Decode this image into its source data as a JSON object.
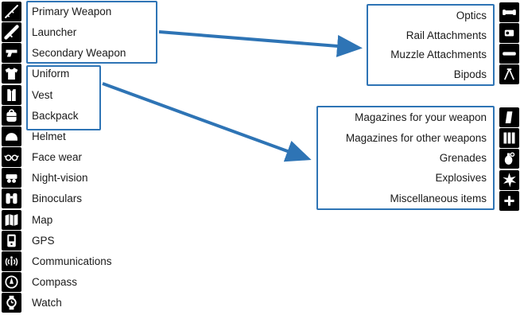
{
  "palette": {
    "accent_blue": "#2e74b5",
    "icon_background": "#000000",
    "icon_foreground": "#ffffff",
    "text": "#1a1a1a",
    "background": "#ffffff"
  },
  "left_menu": {
    "items": [
      {
        "label": "Primary Weapon",
        "icon": "rifle-icon"
      },
      {
        "label": "Launcher",
        "icon": "launcher-icon"
      },
      {
        "label": "Secondary Weapon",
        "icon": "pistol-icon"
      },
      {
        "label": "Uniform",
        "icon": "uniform-icon"
      },
      {
        "label": "Vest",
        "icon": "vest-icon"
      },
      {
        "label": "Backpack",
        "icon": "backpack-icon"
      },
      {
        "label": "Helmet",
        "icon": "helmet-icon"
      },
      {
        "label": "Face wear",
        "icon": "facewear-icon"
      },
      {
        "label": "Night-vision",
        "icon": "nightvision-icon"
      },
      {
        "label": "Binoculars",
        "icon": "binoculars-icon"
      },
      {
        "label": "Map",
        "icon": "map-icon"
      },
      {
        "label": "GPS",
        "icon": "gps-icon"
      },
      {
        "label": "Communications",
        "icon": "radio-icon"
      },
      {
        "label": "Compass",
        "icon": "compass-icon"
      },
      {
        "label": "Watch",
        "icon": "watch-icon"
      }
    ]
  },
  "weapon_attachments_group": {
    "items": [
      {
        "label": "Optics",
        "icon": "scope-icon"
      },
      {
        "label": "Rail Attachments",
        "icon": "rail-attachment-icon"
      },
      {
        "label": "Muzzle Attachments",
        "icon": "muzzle-attachment-icon"
      },
      {
        "label": "Bipods",
        "icon": "bipod-icon"
      }
    ]
  },
  "container_items_group": {
    "items": [
      {
        "label": "Magazines for your weapon",
        "icon": "magazine-icon"
      },
      {
        "label": "Magazines for other weapons",
        "icon": "magazines-icon"
      },
      {
        "label": "Grenades",
        "icon": "grenade-icon"
      },
      {
        "label": "Explosives",
        "icon": "explosive-icon"
      },
      {
        "label": "Miscellaneous items",
        "icon": "misc-items-icon"
      }
    ]
  },
  "annotations": {
    "weapon_slots_boxed": [
      "Primary Weapon",
      "Launcher",
      "Secondary Weapon"
    ],
    "gear_slots_boxed": [
      "Uniform",
      "Vest",
      "Backpack"
    ],
    "arrows": [
      {
        "from": "weapon-slots-box",
        "to": "weapon-attachments-box"
      },
      {
        "from": "gear-slots-box",
        "to": "container-items-box"
      }
    ]
  }
}
